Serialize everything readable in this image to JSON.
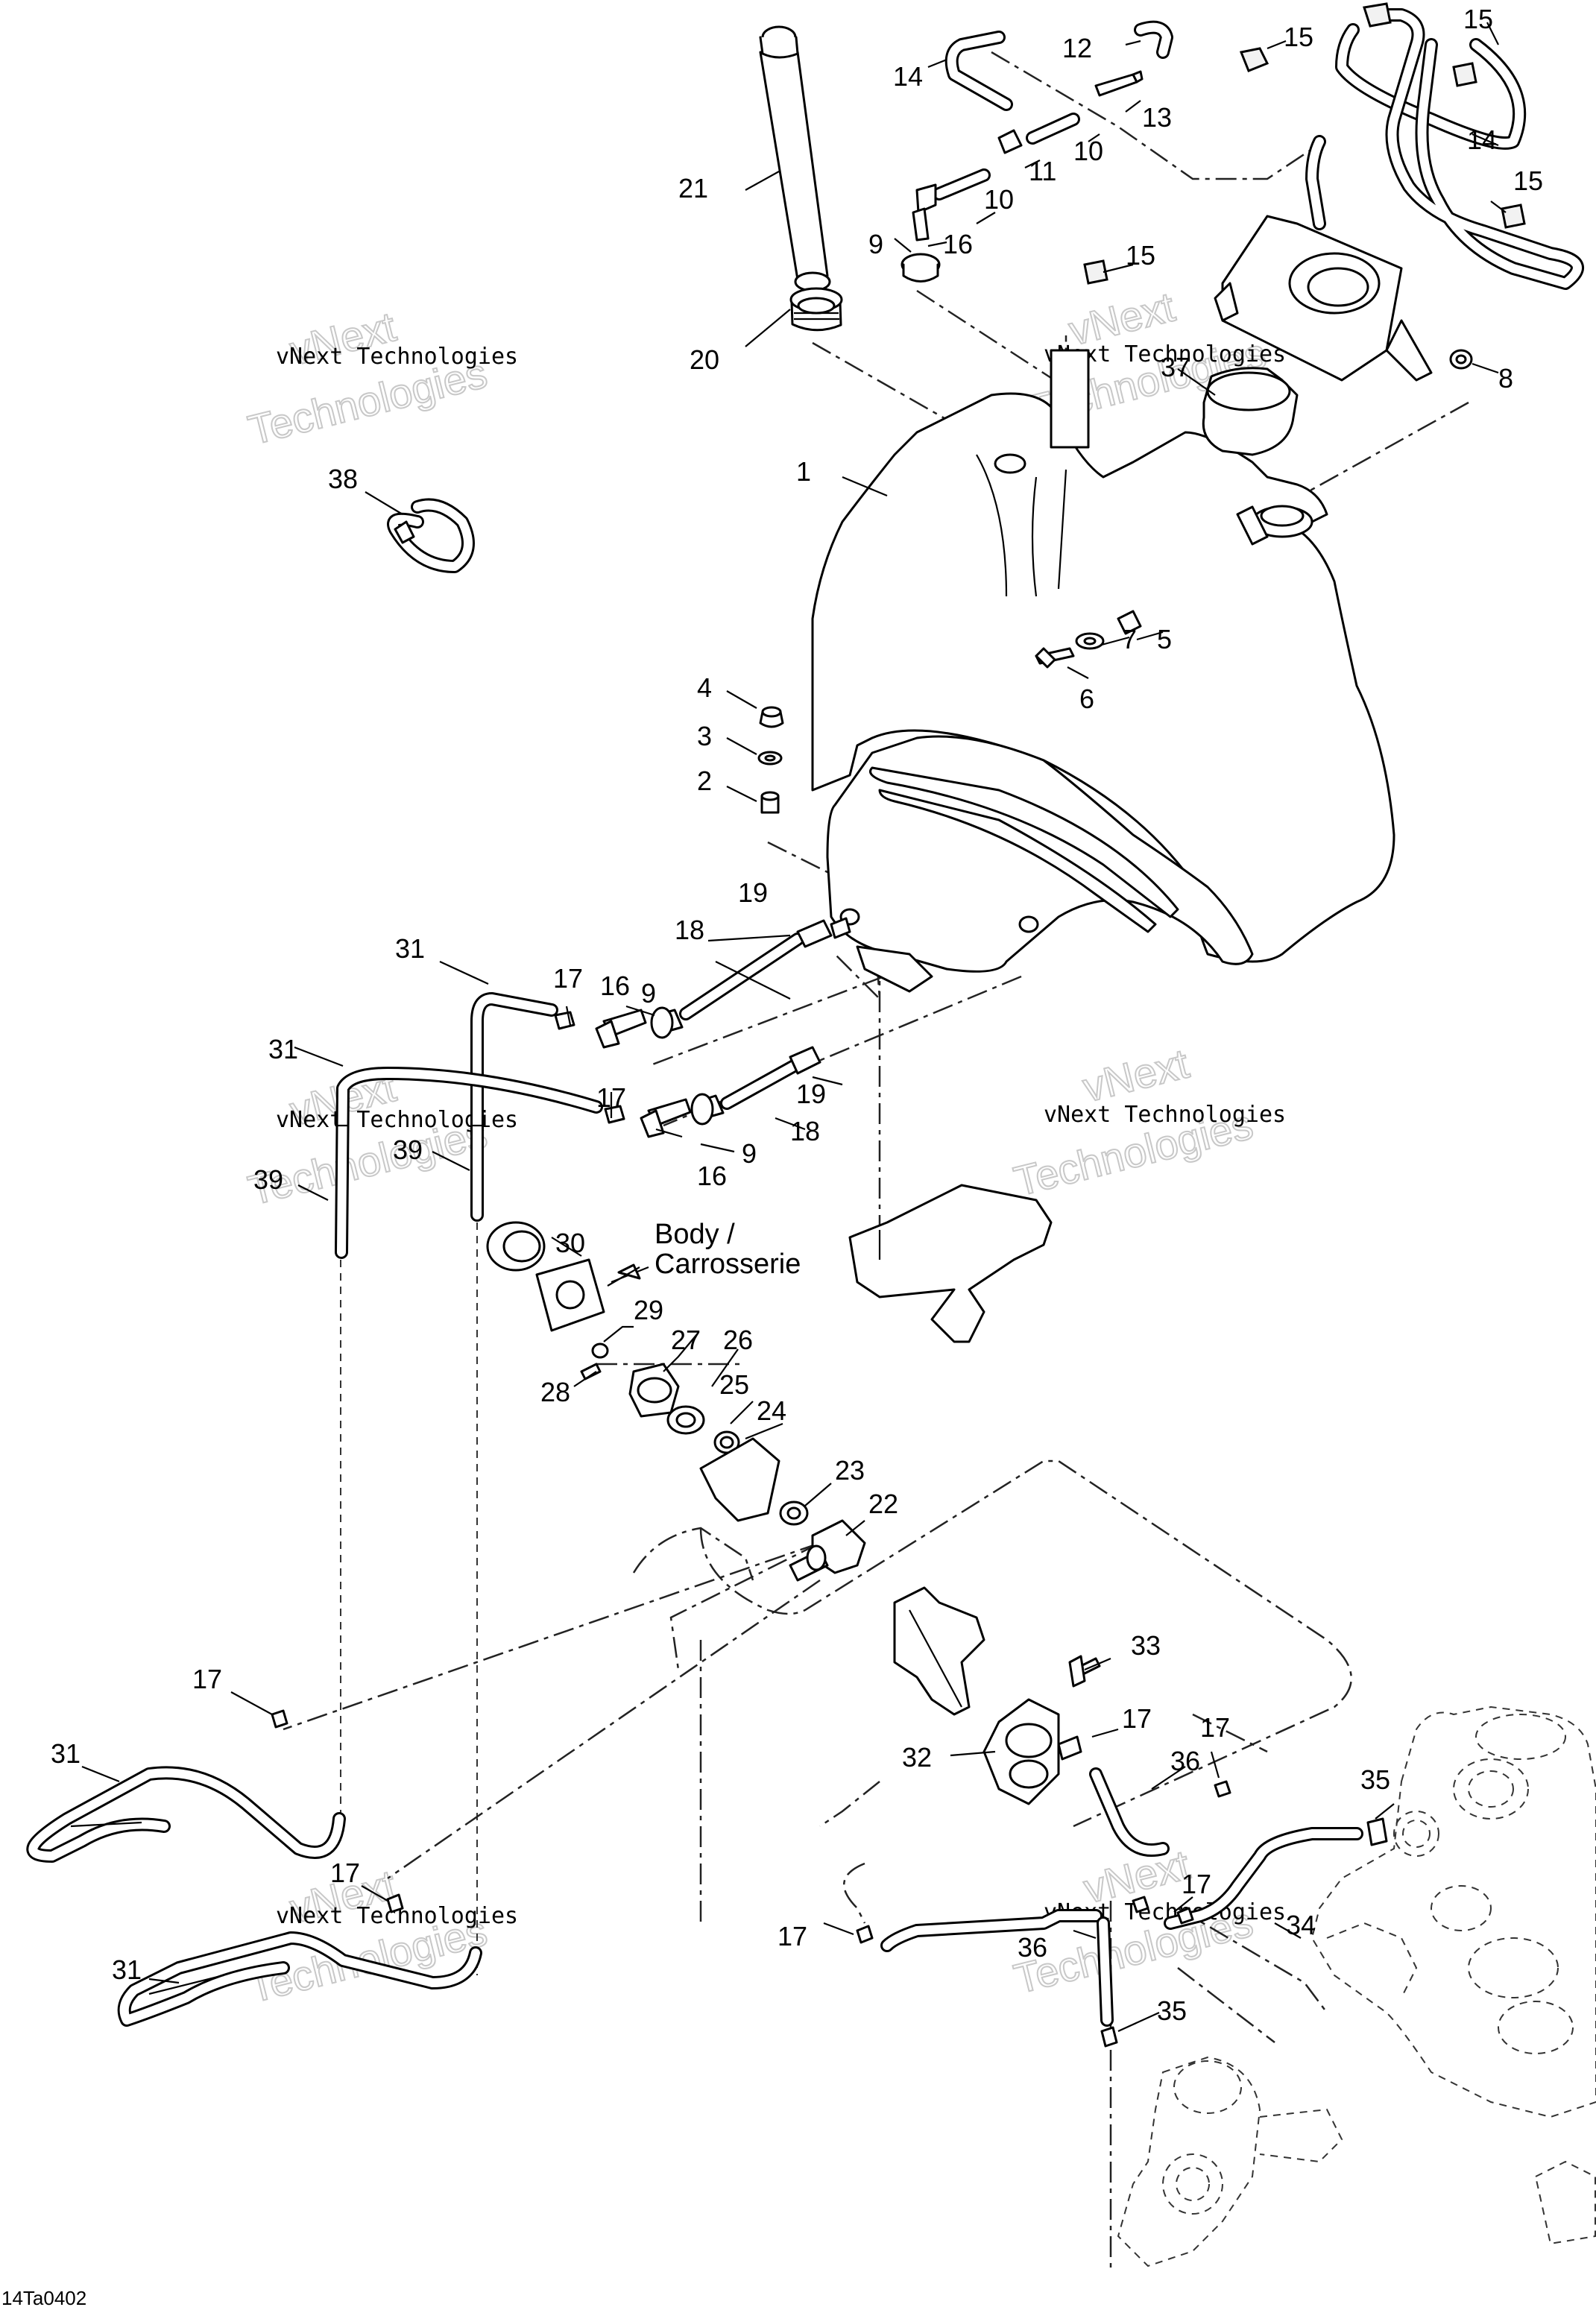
{
  "figure_id": "14Ta0402",
  "watermark": {
    "line1": "vNext Technologies",
    "line2": "Technologies",
    "line3": "vNext"
  },
  "body_label": {
    "line1": "Body /",
    "line2": "Carrosserie"
  },
  "callouts": [
    "1",
    "2",
    "3",
    "4",
    "5",
    "6",
    "7",
    "8",
    "9",
    "10",
    "11",
    "12",
    "13",
    "14",
    "15",
    "16",
    "17",
    "18",
    "19",
    "20",
    "21",
    "22",
    "23",
    "24",
    "25",
    "26",
    "27",
    "28",
    "29",
    "30",
    "31",
    "32",
    "33",
    "34",
    "35",
    "36",
    "37",
    "38",
    "39"
  ]
}
